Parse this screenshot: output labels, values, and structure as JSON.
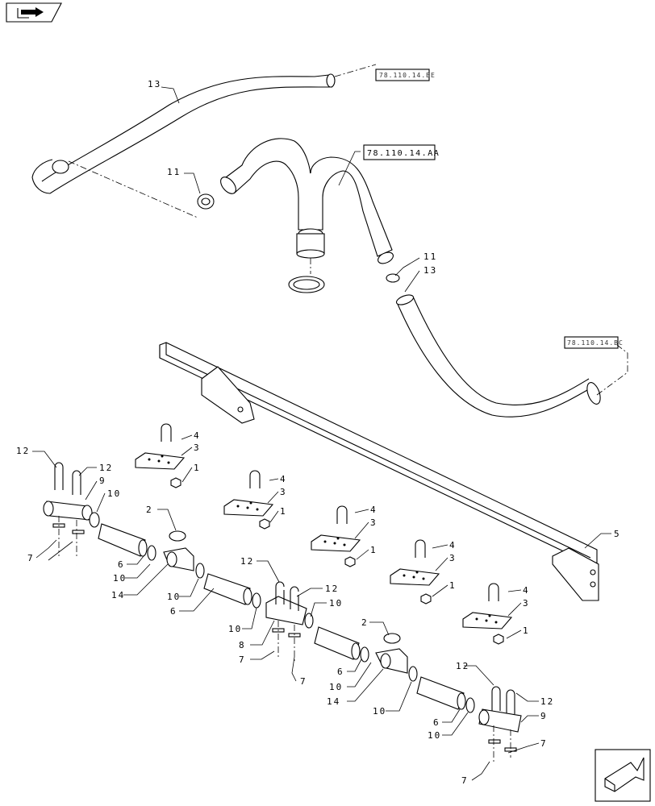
{
  "navigation": {
    "top_left_icon": "book-arrow-icon",
    "bottom_right_icon": "forward-arrow-icon"
  },
  "references": {
    "ref_top": "78.110.14.BE",
    "ref_mid": "78.110.14.AA",
    "ref_right": "78.110.14.BC"
  },
  "callouts": {
    "c1": "1",
    "c2": "2",
    "c3": "3",
    "c4": "4",
    "c5": "5",
    "c6": "6",
    "c7": "7",
    "c8": "8",
    "c9": "9",
    "c10": "10",
    "c11": "11",
    "c12": "12",
    "c13": "13",
    "c14": "14"
  }
}
